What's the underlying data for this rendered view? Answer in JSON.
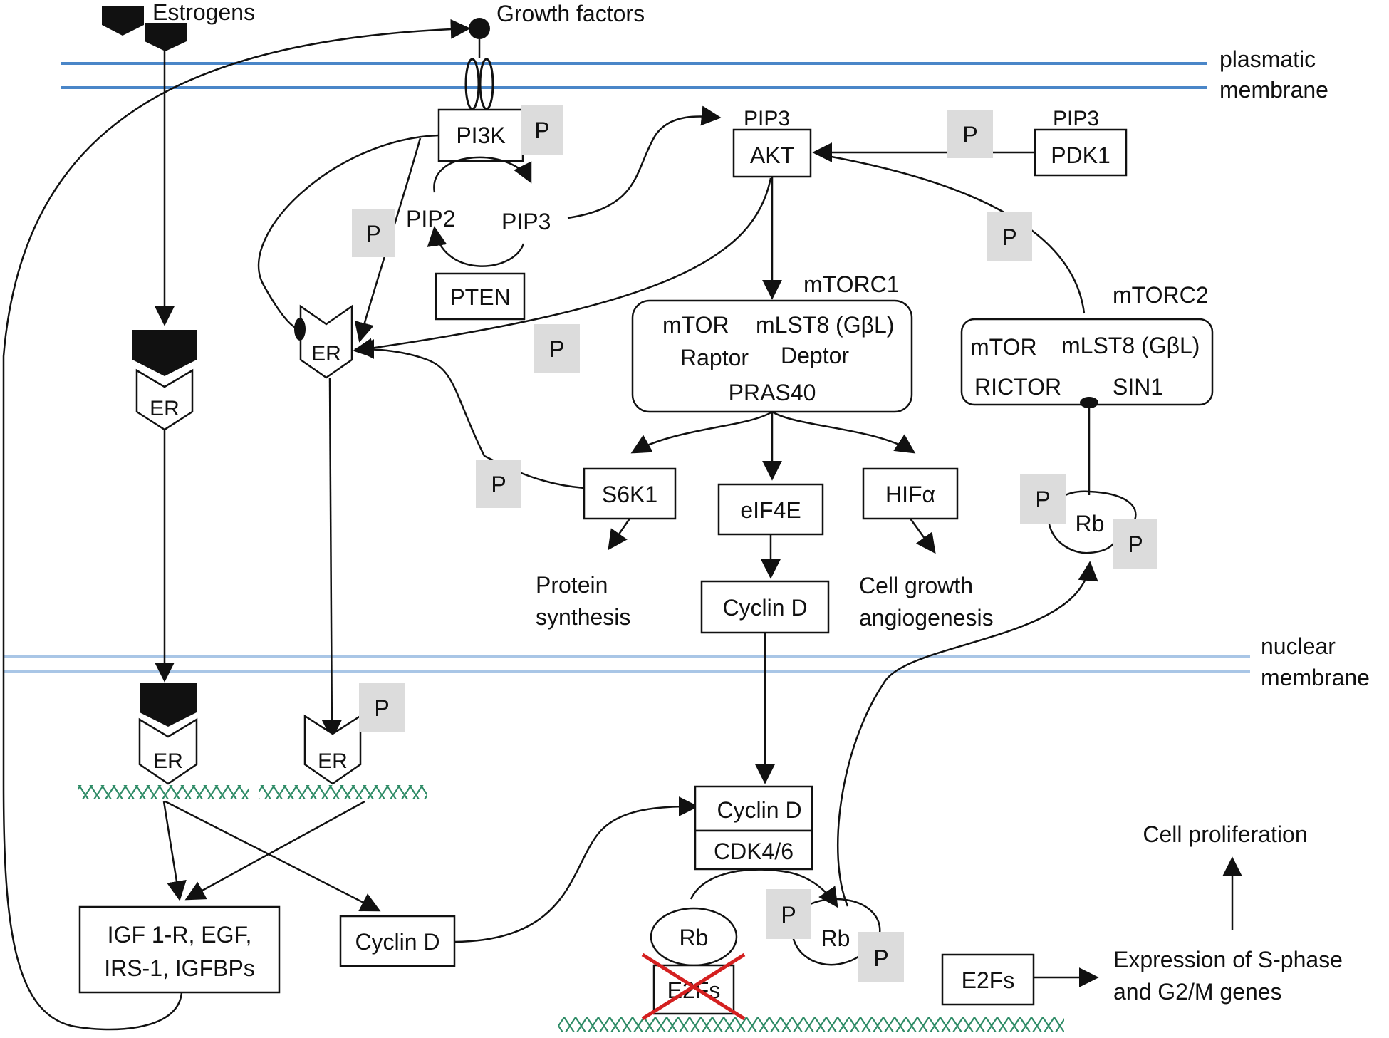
{
  "labels": {
    "estrogens": "Estrogens",
    "growth_factors": "Growth factors",
    "plasmatic_membrane_1": "plasmatic",
    "plasmatic_membrane_2": "membrane",
    "nuclear_membrane_1": "nuclear",
    "nuclear_membrane_2": "membrane",
    "pi3k": "PI3K",
    "pip2": "PIP2",
    "pip3_cycle": "PIP3",
    "pten": "PTEN",
    "pip3_akt": "PIP3",
    "akt": "AKT",
    "pip3_pdk1": "PIP3",
    "pdk1": "PDK1",
    "mtorc1": "mTORC1",
    "mtorc1_mtor": "mTOR",
    "mtorc1_mlst8": "mLST8 (GβL)",
    "mtorc1_raptor": "Raptor",
    "mtorc1_deptor": "Deptor",
    "mtorc1_pras40": "PRAS40",
    "mtorc2": "mTORC2",
    "mtorc2_mtor": "mTOR",
    "mtorc2_mlst8": "mLST8 (GβL)",
    "mtorc2_rictor": "RICTOR",
    "mtorc2_sin1": "SIN1",
    "s6k1": "S6K1",
    "eif4e": "eIF4E",
    "hifa": "HIFα",
    "protein_synthesis_1": "Protein",
    "protein_synthesis_2": "synthesis",
    "cell_growth_1": "Cell growth",
    "cell_growth_2": "angiogenesis",
    "cyclin_d_cyto": "Cyclin D",
    "er_cyto_left": "ER",
    "er_cyto_mid": "ER",
    "er_nuc_left": "ER",
    "er_nuc_mid": "ER",
    "rb_cyto": "Rb",
    "cyclin_d_complex": "Cyclin D",
    "cdk46": "CDK4/6",
    "igf_1": "IGF 1-R, EGF,",
    "igf_2": "IRS-1, IGFBPs",
    "cyclin_d_nuc": "Cyclin D",
    "rb_nuc_left": "Rb",
    "e2fs_crossed": "E2Fs",
    "rb_nuc_right": "Rb",
    "e2fs": "E2Fs",
    "expression_1": "Expression of S-phase",
    "expression_2": "and G2/M genes",
    "cell_proliferation": "Cell proliferation",
    "p": "P"
  },
  "colors": {
    "plasmatic_membrane": "#4a86c8",
    "nuclear_membrane": "#a9c6e6",
    "dna": "#2e8b66",
    "phospho_box": "#dcdcdc",
    "cross": "#d42020"
  }
}
